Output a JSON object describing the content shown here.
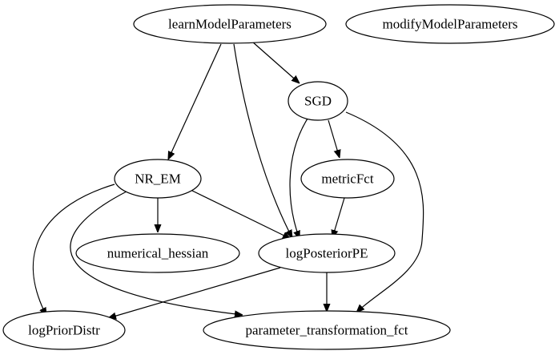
{
  "graph": {
    "nodes": [
      {
        "id": "learnModelParameters",
        "label": "learnModelParameters"
      },
      {
        "id": "modifyModelParameters",
        "label": "modifyModelParameters"
      },
      {
        "id": "SGD",
        "label": "SGD"
      },
      {
        "id": "NR_EM",
        "label": "NR_EM"
      },
      {
        "id": "metricFct",
        "label": "metricFct"
      },
      {
        "id": "numerical_hessian",
        "label": "numerical_hessian"
      },
      {
        "id": "logPosteriorPE",
        "label": "logPosteriorPE"
      },
      {
        "id": "logPriorDistr",
        "label": "logPriorDistr"
      },
      {
        "id": "parameter_transformation_fct",
        "label": "parameter_transformation_fct"
      }
    ],
    "edges": [
      {
        "from": "learnModelParameters",
        "to": "SGD"
      },
      {
        "from": "learnModelParameters",
        "to": "NR_EM"
      },
      {
        "from": "learnModelParameters",
        "to": "logPosteriorPE"
      },
      {
        "from": "SGD",
        "to": "metricFct"
      },
      {
        "from": "SGD",
        "to": "logPosteriorPE"
      },
      {
        "from": "SGD",
        "to": "parameter_transformation_fct"
      },
      {
        "from": "metricFct",
        "to": "logPosteriorPE"
      },
      {
        "from": "NR_EM",
        "to": "numerical_hessian"
      },
      {
        "from": "NR_EM",
        "to": "logPosteriorPE"
      },
      {
        "from": "NR_EM",
        "to": "logPriorDistr"
      },
      {
        "from": "NR_EM",
        "to": "parameter_transformation_fct"
      },
      {
        "from": "logPosteriorPE",
        "to": "logPriorDistr"
      },
      {
        "from": "logPosteriorPE",
        "to": "parameter_transformation_fct"
      }
    ]
  }
}
